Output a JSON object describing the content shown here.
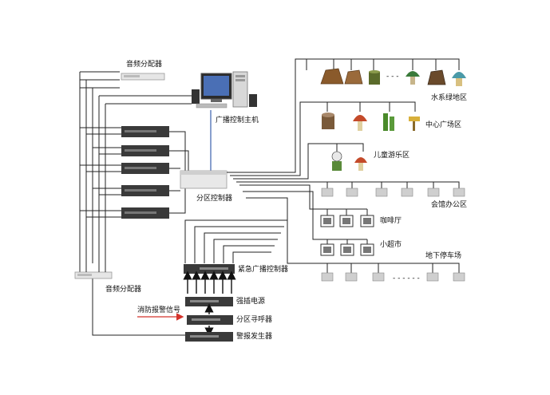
{
  "labels": {
    "audio_distributor_top": "音频分配器",
    "broadcast_host": "广播控制主机",
    "zone_controller": "分区控制器",
    "audio_distributor_bottom": "音频分配器",
    "emergency_controller": "紧急广播控制器",
    "forced_power": "强插电源",
    "zone_pager": "分区寻呼器",
    "alarm_generator": "警报发生器",
    "fire_alarm_signal": "消防报警信号",
    "zone_water_green": "水系绿地区",
    "zone_center_plaza": "中心广场区",
    "zone_kids_play": "儿童游乐区",
    "zone_office": "会馆办公区",
    "zone_cafe": "咖啡厅",
    "zone_supermarket": "小超市",
    "zone_parking": "地下停车场"
  },
  "colors": {
    "line": "#222222",
    "blue_link": "#3a5fae",
    "alarm_arrow": "#d4332b",
    "amp_dark": "#3a3a3a",
    "amp_light": "#dcdcdc"
  },
  "icons": {
    "speaker_rock": "rock-speaker-icon",
    "speaker_stump": "stump-speaker-icon",
    "speaker_mushroom": "mushroom-speaker-icon",
    "ceiling_speaker": "ceiling-speaker-icon",
    "wall_speaker": "wall-speaker-icon",
    "computer": "computer-icon"
  }
}
